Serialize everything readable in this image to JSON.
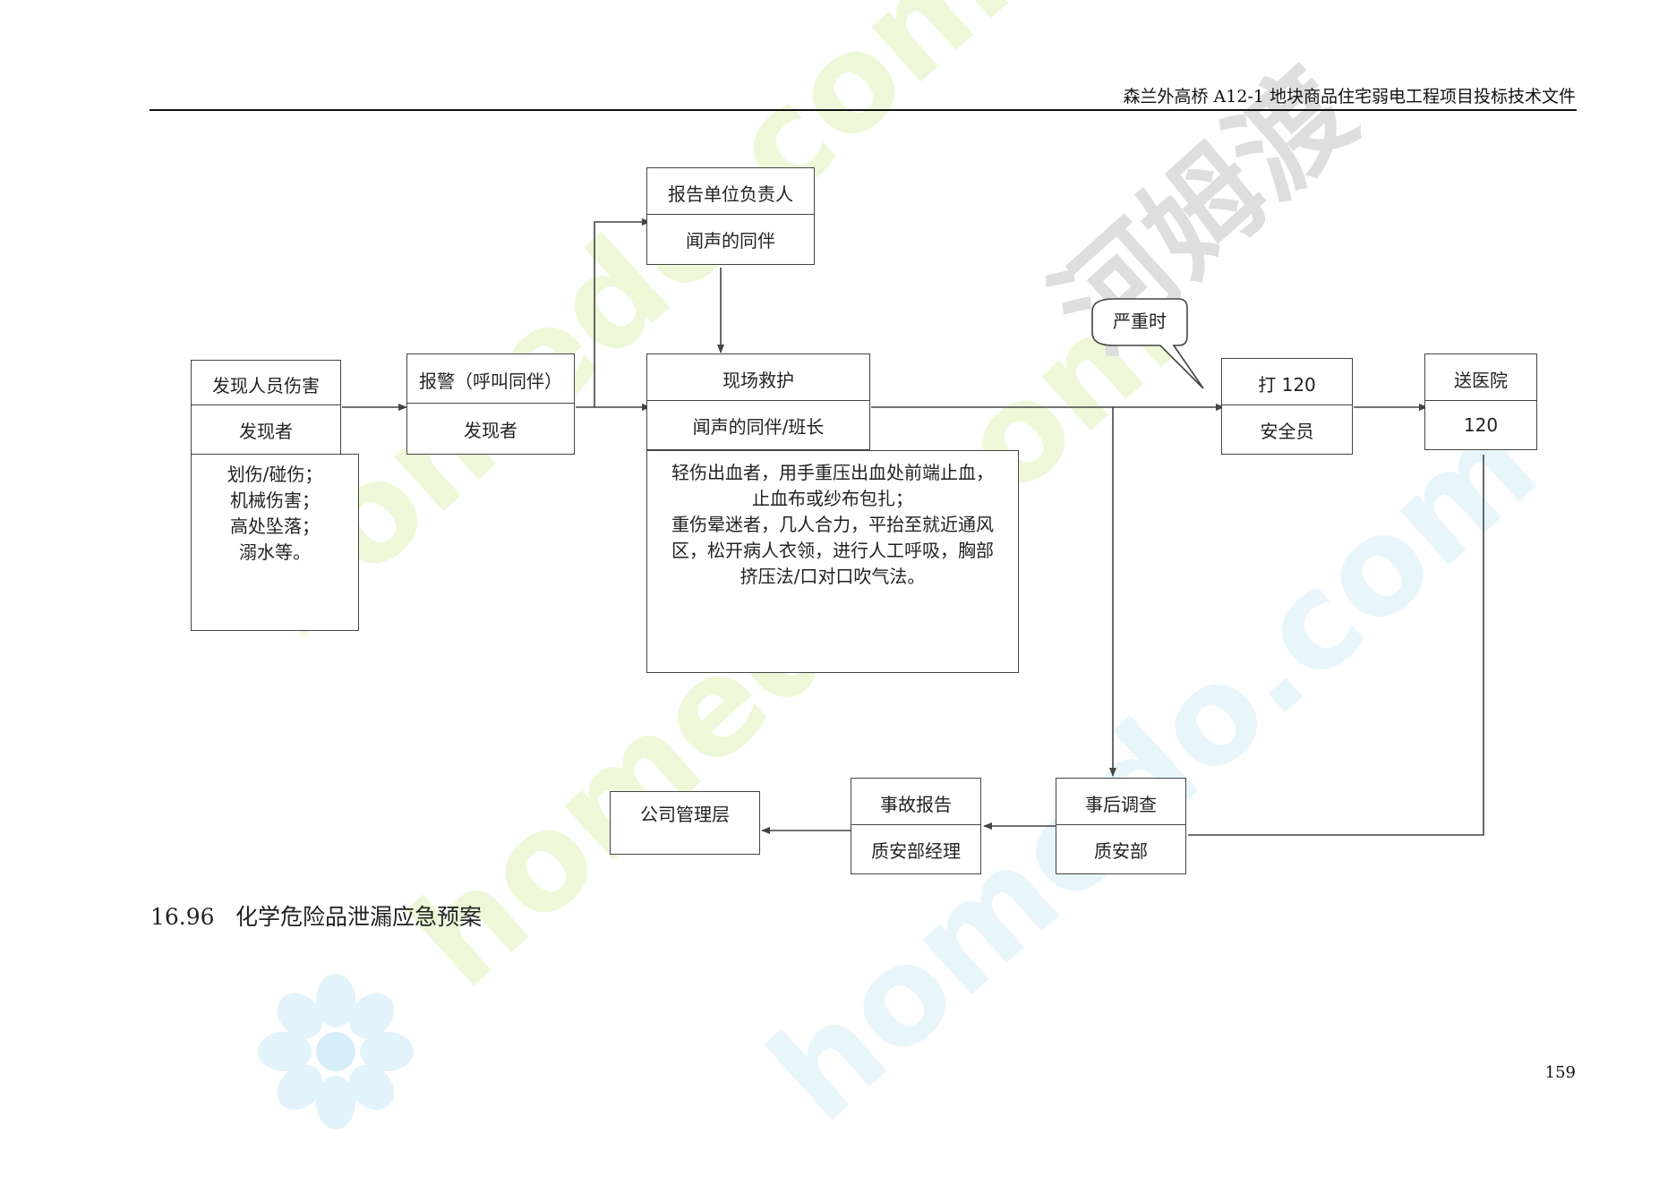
{
  "header": {
    "title": "森兰外高桥 A12-1 地块商品住宅弱电工程项目投标技术文件"
  },
  "watermark": {
    "text_1": "homedo.com",
    "text_2": "河姆渡"
  },
  "nodes": {
    "discover": {
      "top": "发现人员伤害",
      "bottom": "发现者"
    },
    "alarm": {
      "top": "报警（呼叫同伴）",
      "bottom": "发现者"
    },
    "report_unit": {
      "top": "报告单位负责人",
      "bottom": "闻声的同伴"
    },
    "rescue": {
      "top": "现场救护",
      "bottom": "闻声的同伴/班长"
    },
    "call120": {
      "top": "打 120",
      "bottom": "安全员"
    },
    "hospital": {
      "top": "送医院",
      "bottom": "120"
    },
    "investigate": {
      "top": "事后调查",
      "bottom": "质安部"
    },
    "accident_report": {
      "top": "事故报告",
      "bottom": "质安部经理"
    },
    "management": {
      "top": "公司管理层"
    }
  },
  "injury_types": [
    "划伤/碰伤；",
    "机械伤害；",
    "高处坠落；",
    "溺水等。"
  ],
  "rescue_notes": [
    "轻伤出血者，用手重压出血处前端止血，",
    "止血布或纱布包扎；",
    "重伤晕迷者，几人合力，平抬至就近通风",
    "区，松开病人衣领，进行人工呼吸，胸部",
    "挤压法/口对口吹气法。"
  ],
  "callout": {
    "text": "严重时"
  },
  "section": {
    "number": "16.96",
    "title": "化学危险品泄漏应急预案"
  },
  "page_number": "159",
  "colors": {
    "line": "#444444",
    "text": "#222222",
    "wm_green": "#eef8d8",
    "wm_cyan": "#e4f5fb",
    "wm_gray": "#e0e0e0"
  }
}
